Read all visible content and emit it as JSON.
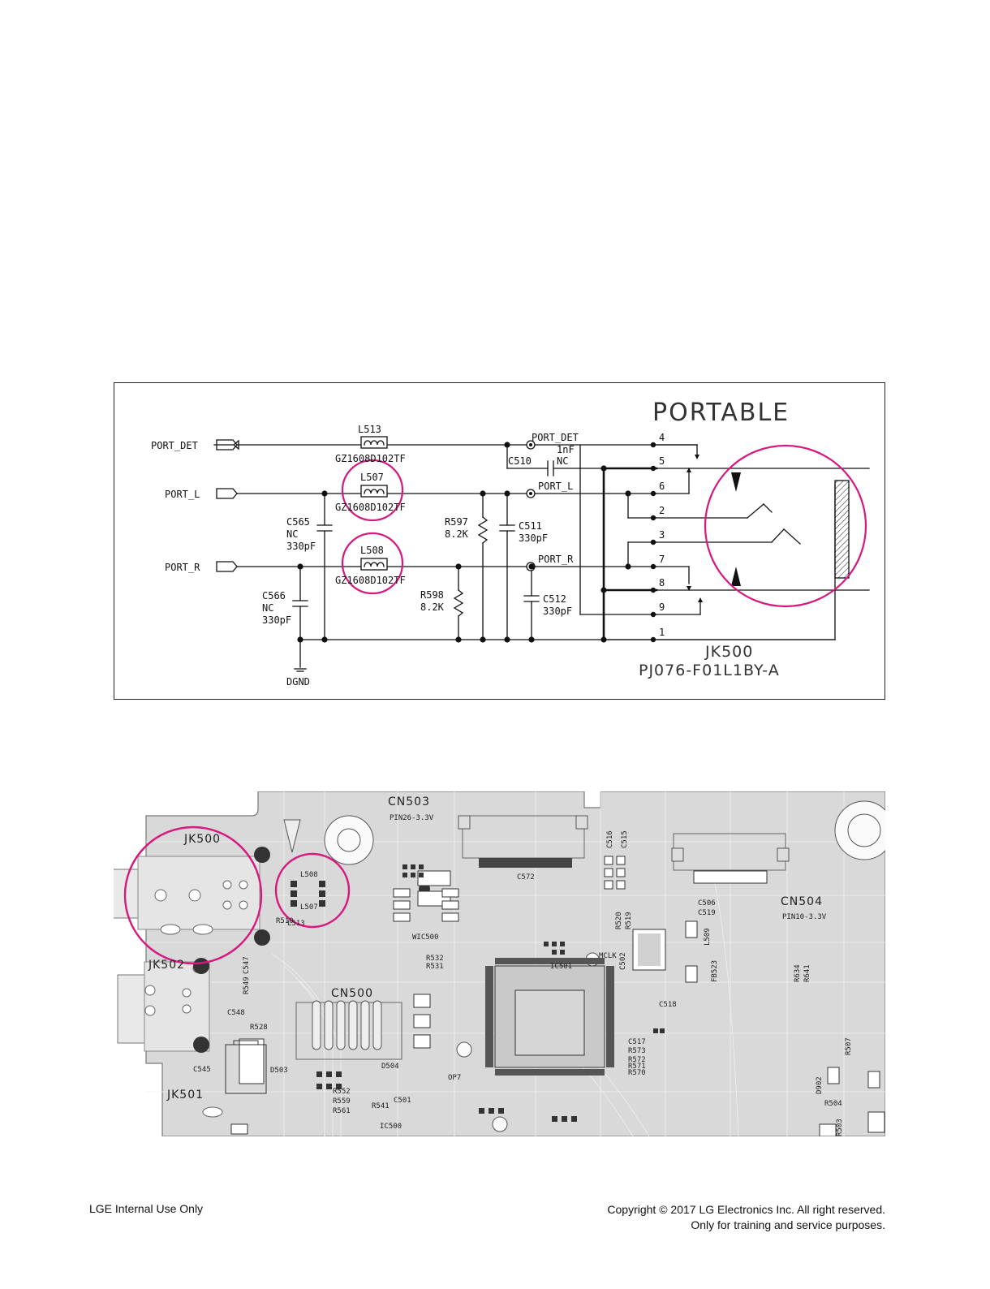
{
  "schematic": {
    "title": "PORTABLE",
    "ports": [
      "PORT_DET",
      "PORT_L",
      "PORT_R"
    ],
    "inductors": [
      {
        "ref": "L513",
        "part": "GZ1608D102TF"
      },
      {
        "ref": "L507",
        "part": "GZ1608D102TF"
      },
      {
        "ref": "L508",
        "part": "GZ1608D102TF"
      }
    ],
    "c565": {
      "ref": "C565",
      "note": "NC",
      "value": "330pF"
    },
    "c566": {
      "ref": "C566",
      "note": "NC",
      "value": "330pF"
    },
    "r597": {
      "ref": "R597",
      "value": "8.2K"
    },
    "r598": {
      "ref": "R598",
      "value": "8.2K"
    },
    "c510": {
      "ref": "C510",
      "value": "1nF",
      "note": "NC"
    },
    "c511": {
      "ref": "C511",
      "value": "330pF"
    },
    "c512": {
      "ref": "C512",
      "value": "330pF"
    },
    "net_labels": [
      "PORT_DET",
      "PORT_L",
      "PORT_R"
    ],
    "pins": [
      "4",
      "5",
      "6",
      "2",
      "3",
      "7",
      "8",
      "9",
      "1"
    ],
    "ground": "DGND",
    "connector_ref": "JK500",
    "connector_part": "PJ076-F01L1BY-A",
    "highlight_color": "#d6187f"
  },
  "pcb": {
    "labels": {
      "cn503": "CN503",
      "cn503_pin": "PIN26-3.3V",
      "jk500": "JK500",
      "jk502": "JK502",
      "jk501": "JK501",
      "cn500": "CN500",
      "cn504": "CN504",
      "cn504_pin": "PIN10-3.3V",
      "ic501": "IC501",
      "ic500": "IC500",
      "wic500": "WIC500",
      "mclk": "MCLK",
      "l508": "L508",
      "l507": "L507",
      "l513": "L513",
      "r510": "R510",
      "c548": "C548",
      "r528": "R528",
      "c545": "C545",
      "d503": "D503",
      "d504": "D504",
      "c501": "C501",
      "r541": "R541",
      "r552": "R552",
      "r559": "R559",
      "r561": "R561",
      "c506": "C506",
      "c519": "C519",
      "c572": "C572",
      "r532": "R532",
      "r531": "R531",
      "r520": "R520",
      "r519": "R519",
      "c502": "C502",
      "c518": "C518",
      "c517": "C517",
      "r573": "R573",
      "r572": "R572",
      "r571": "R571",
      "r570": "R570",
      "fb523": "FB523",
      "r634": "R634",
      "r641": "R641",
      "r507": "R507",
      "d902": "D902",
      "r504": "R504",
      "r503": "R503",
      "op7": "OP7",
      "r549": "R549",
      "c547": "C547",
      "l509": "L509",
      "c516": "C516",
      "c515": "C515"
    }
  },
  "footer": {
    "left": "LGE Internal Use Only",
    "right_line1": "Copyright © 2017 LG Electronics Inc. All right reserved.",
    "right_line2": "Only for training and service purposes."
  }
}
